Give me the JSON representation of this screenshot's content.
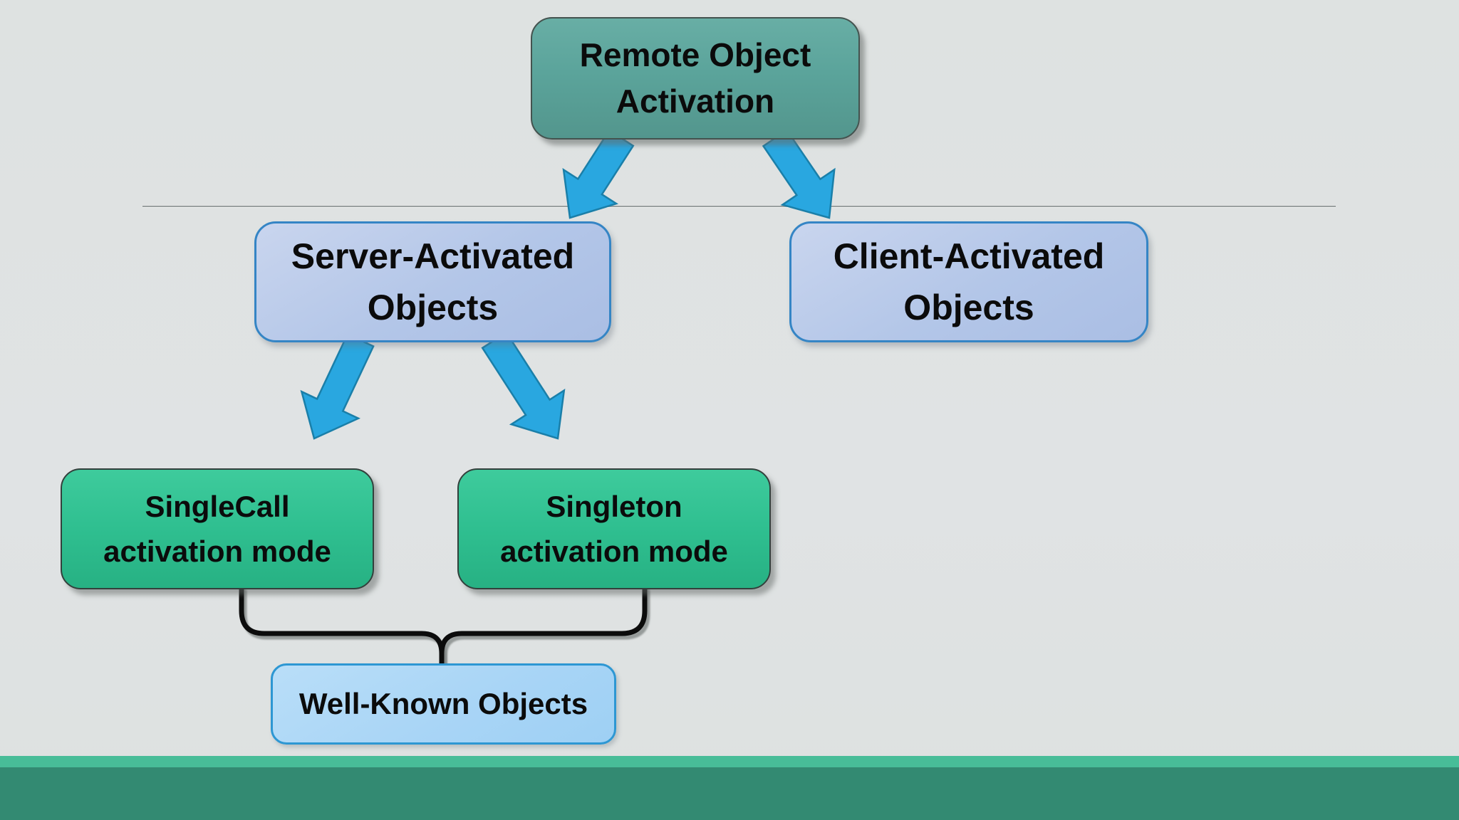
{
  "diagram": {
    "nodes": {
      "root": {
        "label": "Remote Object\nActivation"
      },
      "server": {
        "label": "Server-Activated\nObjects"
      },
      "client": {
        "label": "Client-Activated\nObjects"
      },
      "singlecall": {
        "label": "SingleCall\nactivation mode"
      },
      "singleton": {
        "label": "Singleton\nactivation mode"
      },
      "wellknown": {
        "label": "Well-Known Objects"
      }
    },
    "colors": {
      "background": "#dfe3e2",
      "root_teal": "#5ba49b",
      "level2_periwinkle": "#b3c6e8",
      "level2_border_blue": "#3585c5",
      "level3_green": "#2fbf90",
      "wellknown_sky": "#a9d5f6",
      "arrow_blue": "#29a7e0",
      "connector_black": "#0c0c0c",
      "divider_gray": "#9aa0a0",
      "footer_light_green": "#48bd98",
      "footer_dark_green": "#338a72",
      "text_black": "#0b0b0b"
    }
  }
}
